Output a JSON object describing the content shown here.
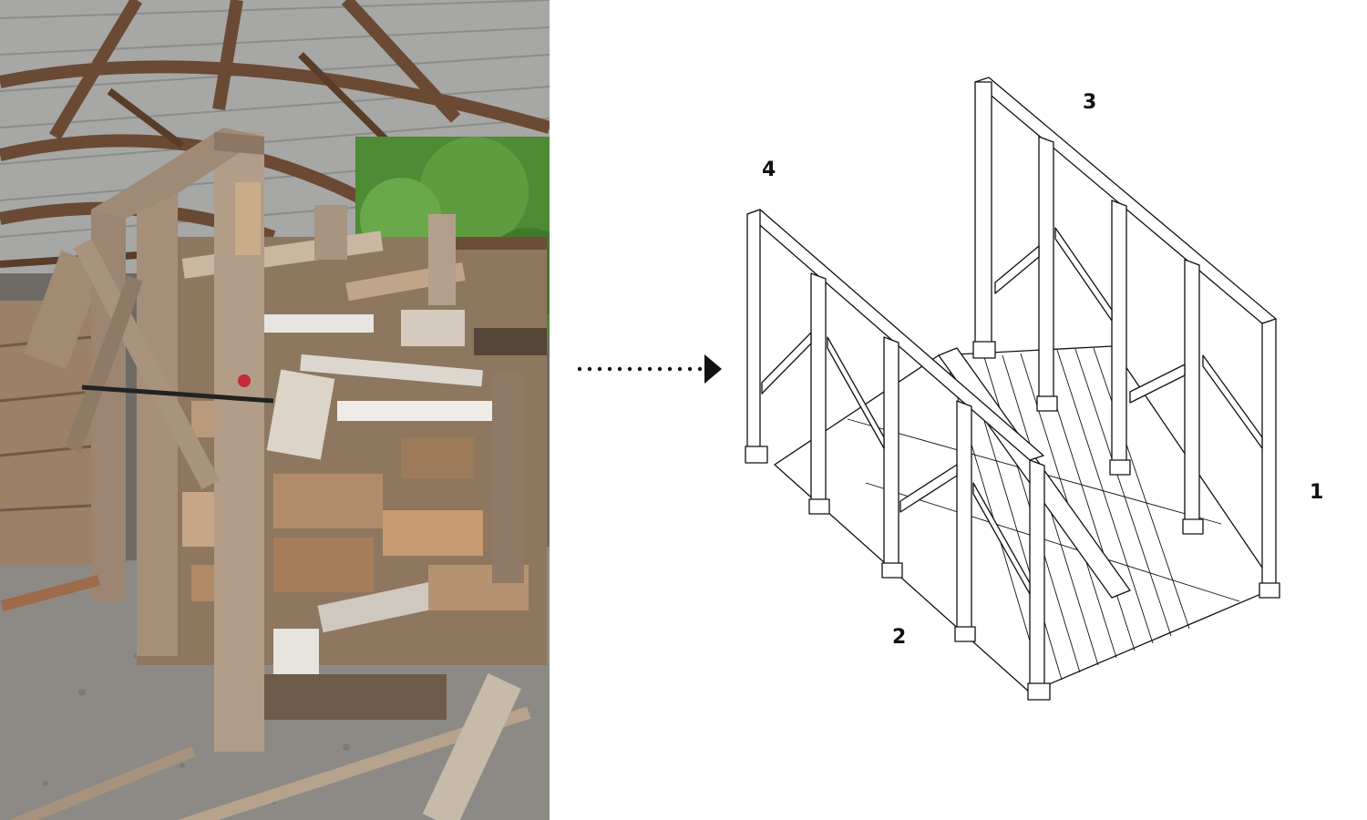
{
  "labels": {
    "l1": "1",
    "l2": "2",
    "l3": "3",
    "l4": "4"
  },
  "colors": {
    "ink": "#111111",
    "wood_light": "#b59f86",
    "wood_mid": "#8c7763",
    "wood_dark": "#5b4a3b",
    "roof": "#9a9a9a",
    "beam": "#6b4a33",
    "foliage": "#4f8a35",
    "ground": "#8d8a85"
  },
  "icons": {
    "arrow": "dotted-arrow-right-icon"
  }
}
